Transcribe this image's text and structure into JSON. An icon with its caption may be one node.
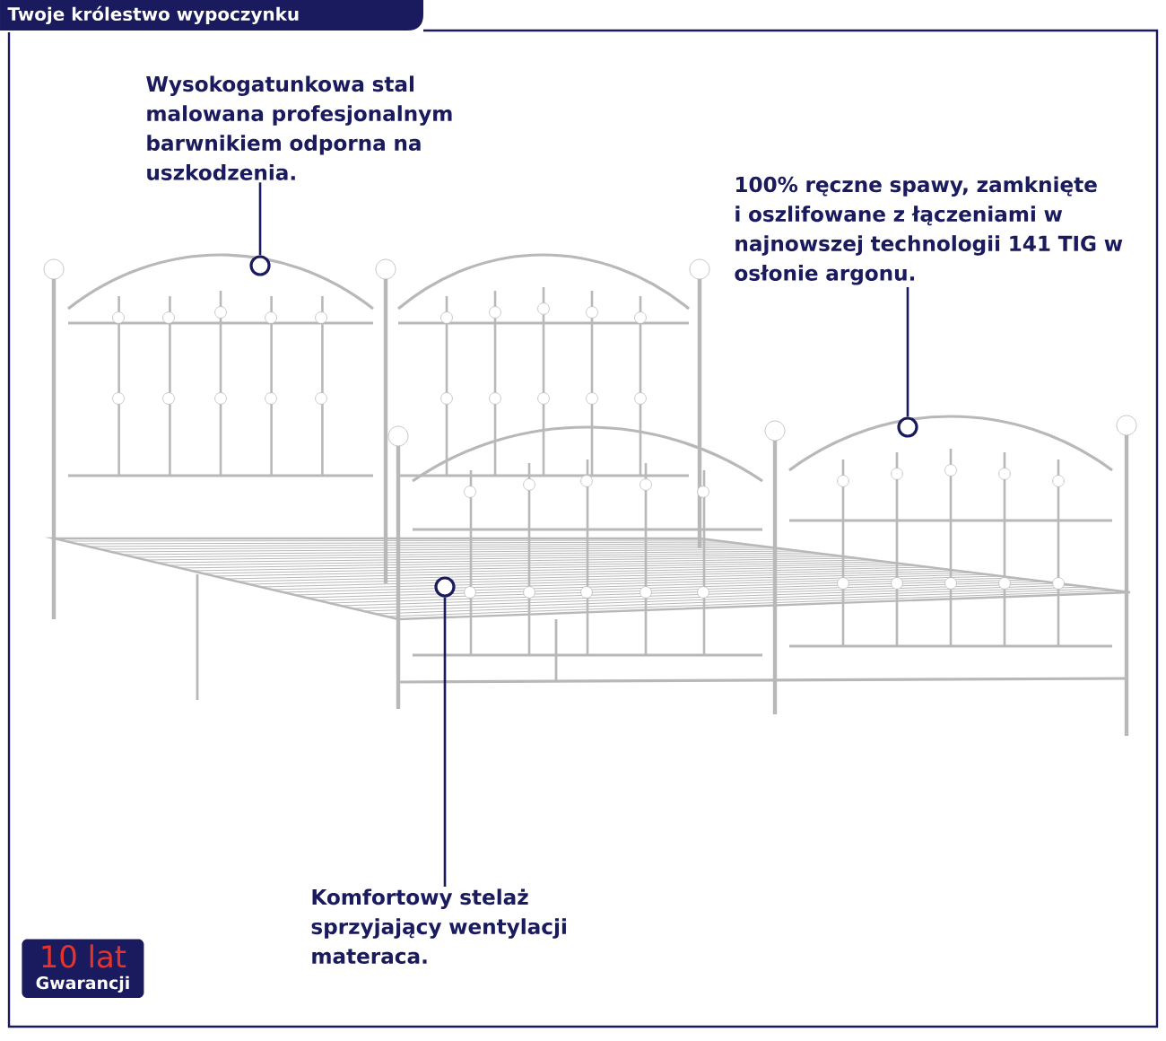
{
  "diagram": {
    "nodes": [
      {
        "text": [
          "Twoje królestwo wypoczynku"
        ]
      },
      {
        "text": [
          "Wysokogatunkowa stal malowana profesjonalnym barwnikiem odporna na uszkodzenia."
        ]
      },
      {
        "text": [],
        "shape": "circle"
      },
      {
        "text": [
          "100% ręczne spawy, zamknięte i oszlifowane z łączeniami w najnowszej technologii 141 TIG w osłonie argonu."
        ]
      },
      {
        "text": [],
        "shape": "circle"
      },
      {
        "text": [
          "Komfortowy stelaż sprzyjający wentylacji materaca."
        ]
      },
      {
        "text": [],
        "shape": "circle"
      },
      {
        "text": [
          "10 lat",
          "Gwarancji"
        ]
      }
    ],
    "edges": [
      {
        "from": 1,
        "to": 2,
        "arrow": "none"
      },
      {
        "from": 3,
        "to": 4,
        "arrow": "none"
      },
      {
        "from": 5,
        "to": 6,
        "arrow": "none"
      }
    ]
  }
}
